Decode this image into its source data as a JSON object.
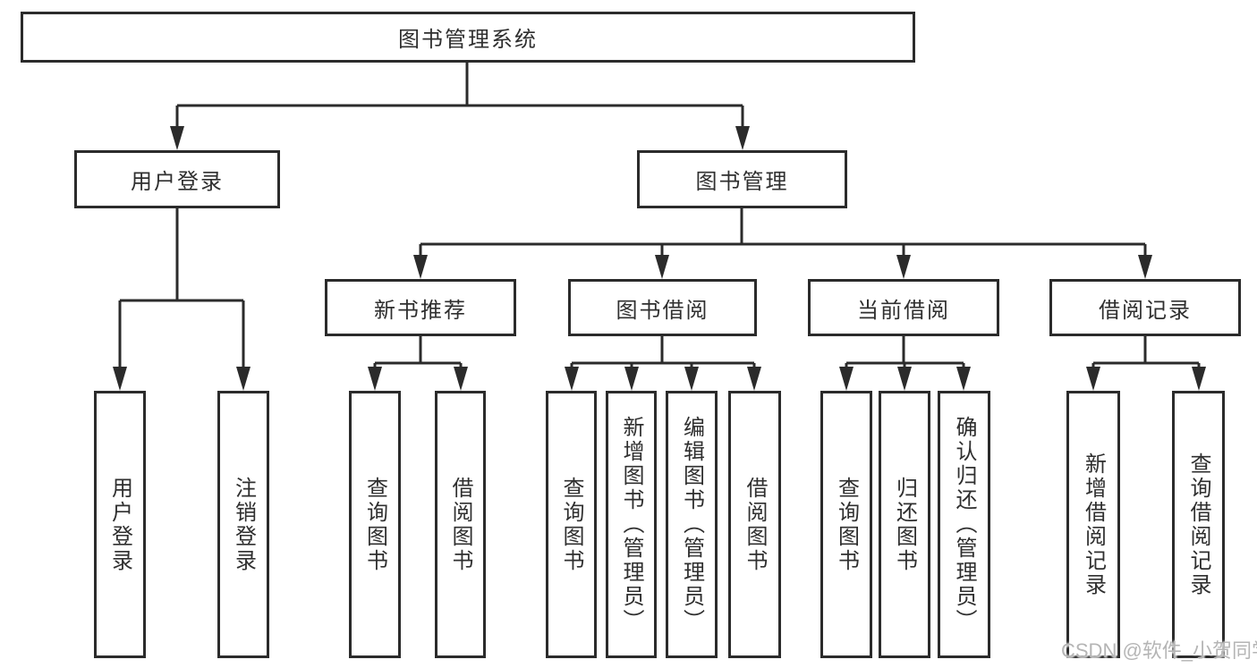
{
  "tree": {
    "root": {
      "label": "图书管理系统"
    },
    "branches": [
      {
        "label": "用户登录",
        "children": [
          {
            "label": "用户登录"
          },
          {
            "label": "注销登录"
          }
        ]
      },
      {
        "label": "图书管理",
        "children": [
          {
            "label": "新书推荐",
            "children": [
              {
                "label": "查询图书"
              },
              {
                "label": "借阅图书"
              }
            ]
          },
          {
            "label": "图书借阅",
            "children": [
              {
                "label": "查询图书"
              },
              {
                "label": "新增图书（管理员）"
              },
              {
                "label": "编辑图书（管理员）"
              },
              {
                "label": "借阅图书"
              }
            ]
          },
          {
            "label": "当前借阅",
            "children": [
              {
                "label": "查询图书"
              },
              {
                "label": "归还图书"
              },
              {
                "label": "确认归还（管理员）"
              }
            ]
          },
          {
            "label": "借阅记录",
            "children": [
              {
                "label": "新增借阅记录"
              },
              {
                "label": "查询借阅记录"
              }
            ]
          }
        ]
      }
    ]
  },
  "watermark": "CSDN @软件_小贺同学",
  "colors": {
    "line": "#2b2b2b",
    "box_background": "#ffffff",
    "watermark_text": "#b5b5b5"
  }
}
